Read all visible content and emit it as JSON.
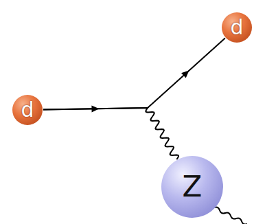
{
  "diagram": {
    "nodes": [
      {
        "text": [
          "d"
        ]
      },
      {
        "text": [
          "d"
        ]
      },
      {
        "text": [
          "Z"
        ]
      }
    ],
    "edges": [
      {
        "from": 0,
        "to": 1,
        "arrow": "to"
      },
      {
        "from": 0,
        "to": 2,
        "arrow": "none"
      }
    ]
  }
}
